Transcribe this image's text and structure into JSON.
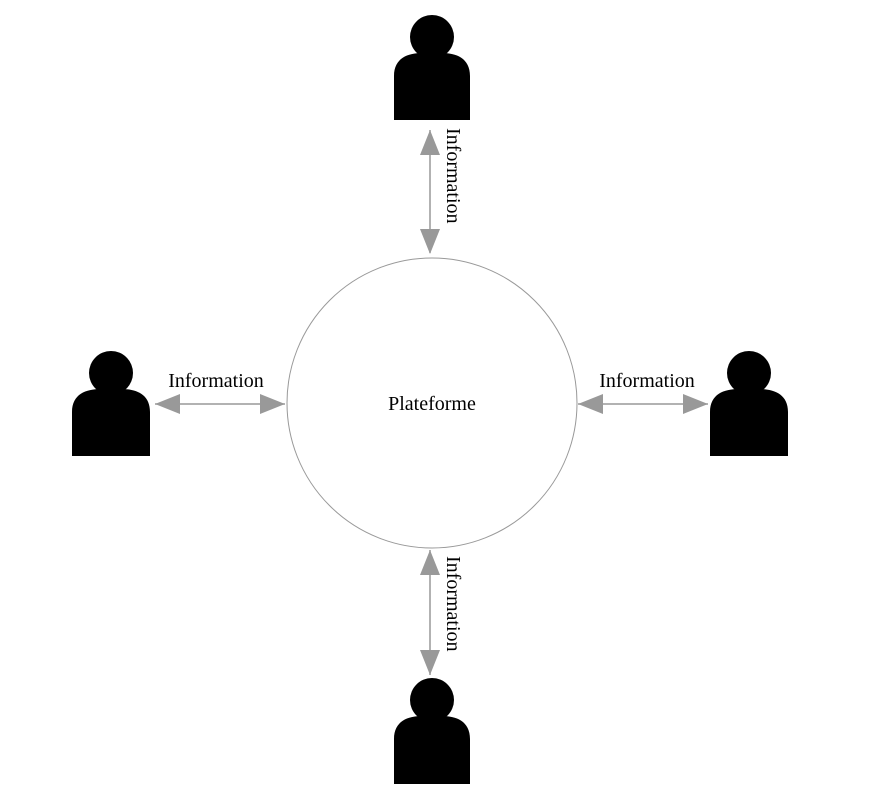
{
  "diagram": {
    "center_label": "Plateforme",
    "edges": [
      {
        "label": "Information",
        "direction": "bidirectional"
      },
      {
        "label": "Information",
        "direction": "bidirectional"
      },
      {
        "label": "Information",
        "direction": "bidirectional"
      },
      {
        "label": "Information",
        "direction": "bidirectional"
      }
    ],
    "nodes": [
      {
        "icon": "user-icon"
      },
      {
        "icon": "user-icon"
      },
      {
        "icon": "user-icon"
      },
      {
        "icon": "user-icon"
      }
    ],
    "colors": {
      "arrow": "#999999",
      "circle_stroke": "#999999",
      "person": "#000000",
      "background": "#ffffff"
    }
  }
}
